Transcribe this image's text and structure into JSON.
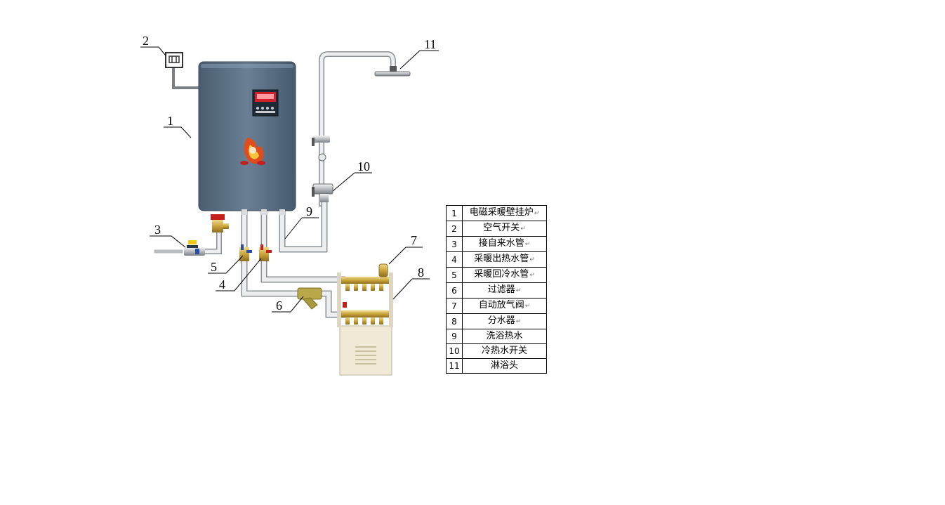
{
  "callouts": {
    "c1": "1",
    "c2": "2",
    "c3": "3",
    "c4": "4",
    "c5": "5",
    "c6": "6",
    "c7": "7",
    "c8": "8",
    "c9": "9",
    "c10": "10",
    "c11": "11"
  },
  "legend": [
    {
      "num": "1",
      "desc": "电磁采暖壁挂炉",
      "mark": "↵"
    },
    {
      "num": "2",
      "desc": "空气开关",
      "mark": "↵"
    },
    {
      "num": "3",
      "desc": "接自来水管",
      "mark": "↵"
    },
    {
      "num": "4",
      "desc": "采暖出热水管",
      "mark": "↵"
    },
    {
      "num": "5",
      "desc": "采暖回冷水管",
      "mark": "↵"
    },
    {
      "num": "6",
      "desc": "过滤器",
      "mark": "↵"
    },
    {
      "num": "7",
      "desc": "自动放气阀",
      "mark": "↵"
    },
    {
      "num": "8",
      "desc": "分水器",
      "mark": "↵"
    },
    {
      "num": "9",
      "desc": "洗浴热水",
      "mark": ""
    },
    {
      "num": "10",
      "desc": "冷热水开关",
      "mark": ""
    },
    {
      "num": "11",
      "desc": "淋浴头",
      "mark": ""
    }
  ],
  "colors": {
    "boiler_body": "#5b6f83",
    "pipe": "#e4e6e8",
    "pipe_edge": "#8a9096",
    "brass": "#c9a43a",
    "valve_red": "#c42020",
    "valve_blue": "#2a4fa0",
    "cabinet": "#efe9d6",
    "display_red": "#d0202a"
  },
  "icons": {
    "boiler": "wall-boiler-icon",
    "switch": "air-switch-icon",
    "mascot": "flame-mascot-icon",
    "shower": "shower-head-icon",
    "manifold": "manifold-icon",
    "filter": "y-filter-icon"
  }
}
